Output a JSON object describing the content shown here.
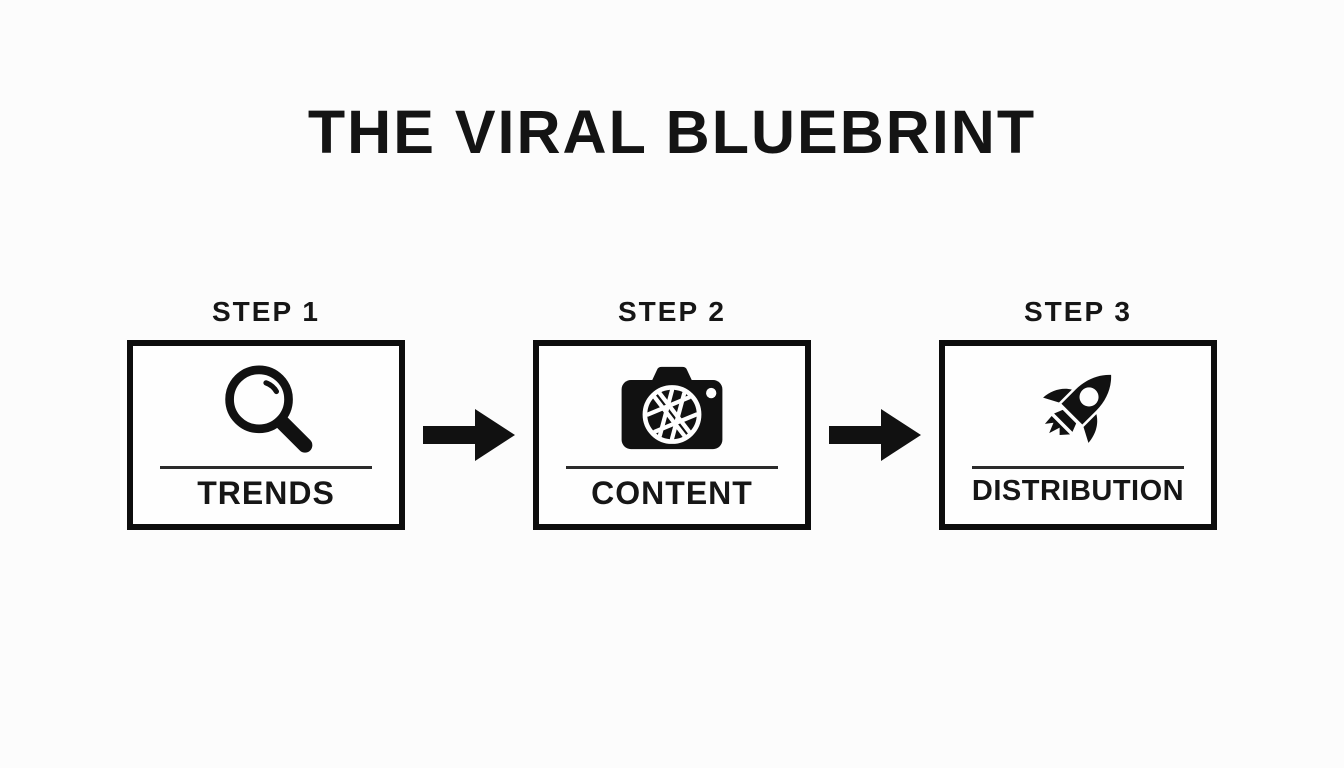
{
  "page": {
    "title": "THE VIRAL BLUEBRINT"
  },
  "steps": [
    {
      "label": "STEP 1",
      "name": "TRENDS",
      "icon": "magnifier-icon"
    },
    {
      "label": "STEP 2",
      "name": "CONTENT",
      "icon": "camera-icon"
    },
    {
      "label": "STEP 3",
      "name": "DISTRIBUTION",
      "icon": "rocket-icon"
    }
  ],
  "connectors": [
    {
      "icon": "arrow-right-icon"
    },
    {
      "icon": "arrow-right-icon"
    }
  ],
  "colors": {
    "ink": "#111111",
    "background": "#fcfcfc",
    "box_border": "#0d0d0d",
    "box_fill": "#fefefe"
  }
}
